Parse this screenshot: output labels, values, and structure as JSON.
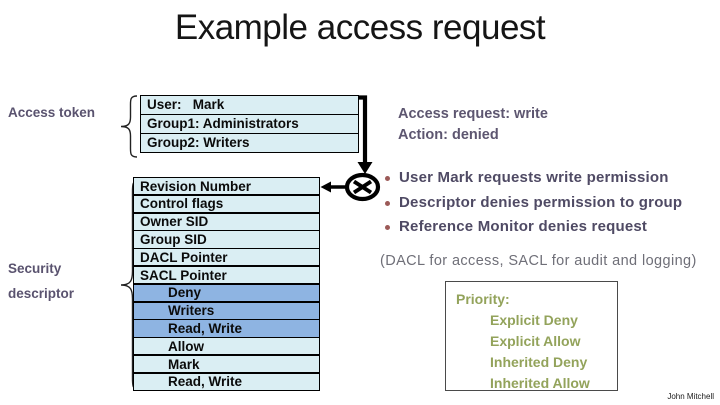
{
  "slide": {
    "title": "Example access request",
    "credit": "John Mitchell"
  },
  "access_token": {
    "label": "Access token",
    "rows": [
      "User:   Mark",
      "Group1: Administrators",
      "Group2: Writers"
    ]
  },
  "security_descriptor": {
    "label": "Security descriptor",
    "rows": [
      {
        "text": "Revision Number",
        "tone": "light"
      },
      {
        "text": "Control flags",
        "tone": "light"
      },
      {
        "text": "Owner SID",
        "tone": "light"
      },
      {
        "text": "Group SID",
        "tone": "light"
      },
      {
        "text": "DACL Pointer",
        "tone": "light"
      },
      {
        "text": "SACL Pointer",
        "tone": "light"
      },
      {
        "text": "Deny",
        "tone": "dark"
      },
      {
        "text": "Writers",
        "tone": "dark"
      },
      {
        "text": "Read, Write",
        "tone": "dark"
      },
      {
        "text": "Allow",
        "tone": "light"
      },
      {
        "text": "Mark",
        "tone": "light"
      },
      {
        "text": "Read, Write",
        "tone": "light"
      }
    ]
  },
  "request_status": {
    "line1": "Access request: write",
    "line2": "Action: denied"
  },
  "bullets": [
    "User Mark requests write permission",
    "Descriptor denies permission to group",
    "Reference Monitor denies request"
  ],
  "note": "(DACL for access, SACL for audit and logging)",
  "priority": {
    "heading": "Priority:",
    "items": [
      "Explicit Deny",
      "Explicit Allow",
      "Inherited Deny",
      "Inherited Allow"
    ]
  },
  "icons": {
    "denied_symbol": "crossed-circle-denied-icon",
    "braces": "curly-brace-grouping"
  },
  "colors": {
    "row_light_blue": "#daeef3",
    "row_dark_blue": "#8eb4e2",
    "label_purple": "#5a536f",
    "bullet_text": "#4f4a64",
    "bullet_dot": "#9c5a58",
    "note_gray": "#6f6f78",
    "priority_green": "#93a35b",
    "arrow_black": "#000000"
  }
}
